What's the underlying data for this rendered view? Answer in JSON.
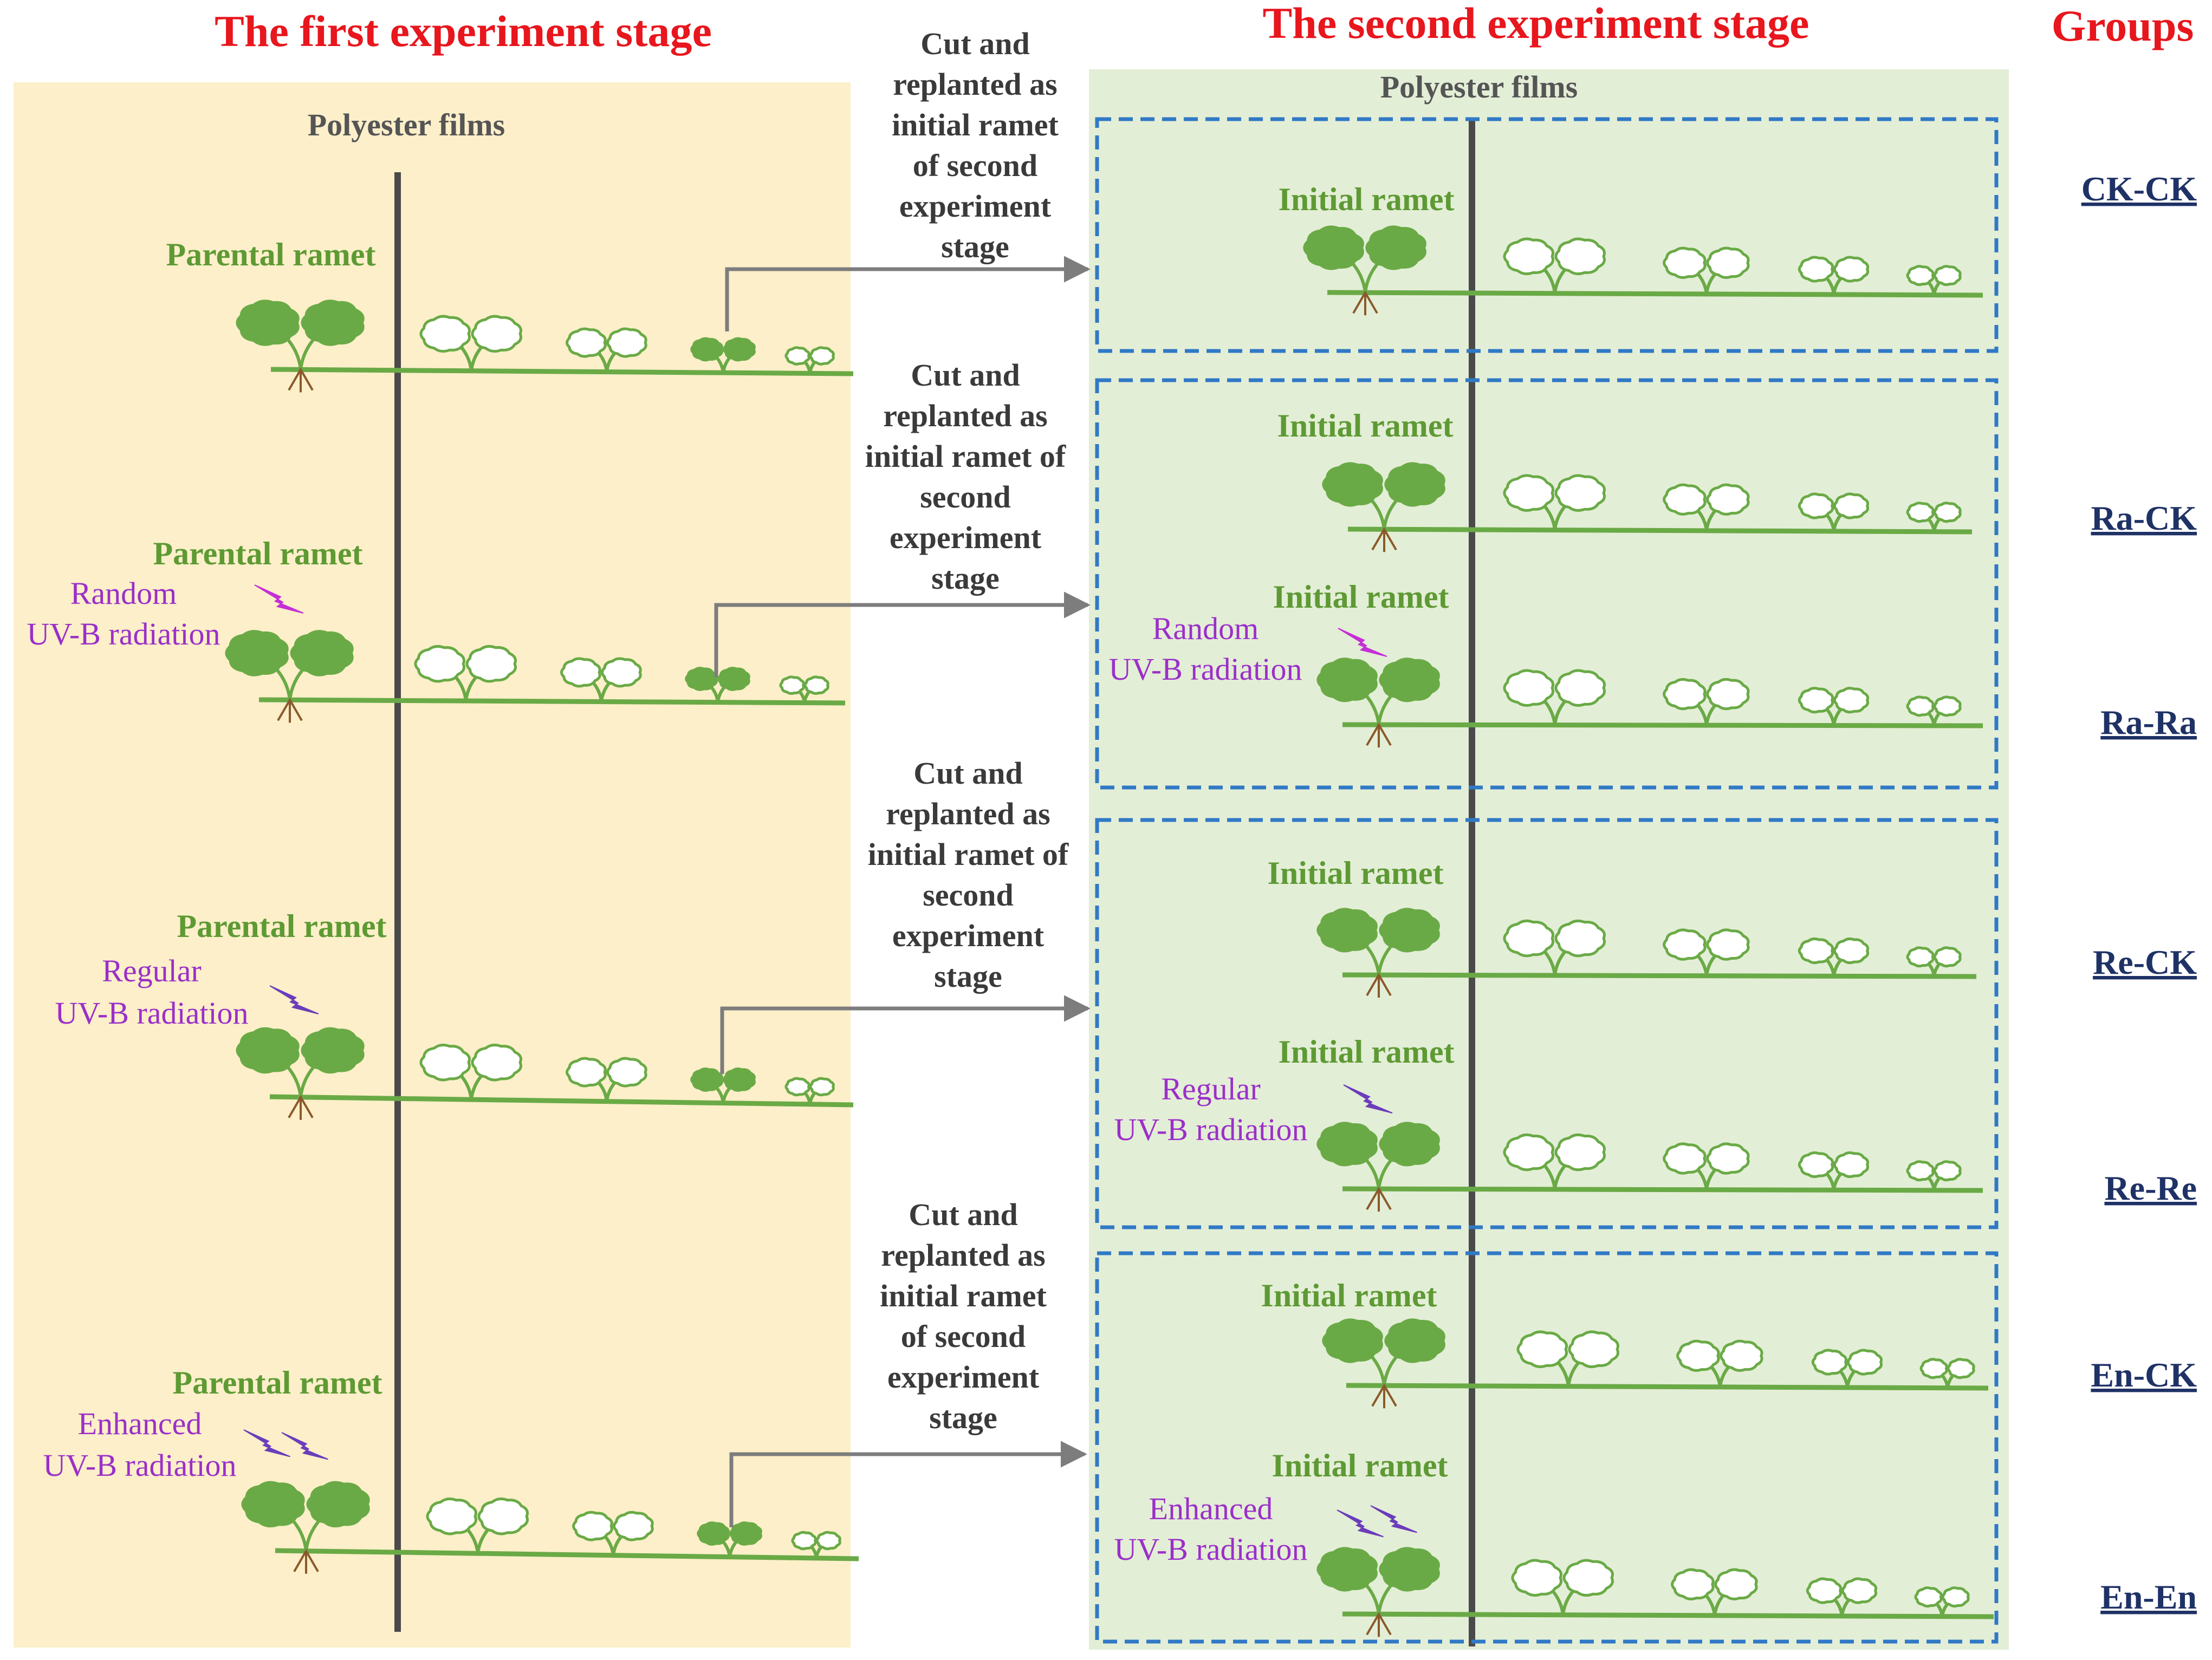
{
  "titles": {
    "first_stage": "The first experiment stage",
    "second_stage": "The second experiment stage",
    "groups": "Groups"
  },
  "labels": {
    "polyester_films": "Polyester films",
    "parental_ramet": "Parental ramet",
    "initial_ramet": "Initial ramet"
  },
  "treatments": {
    "random": [
      "Random",
      "UV-B radiation"
    ],
    "regular": [
      "Regular",
      "UV-B radiation"
    ],
    "enhanced": [
      "Enhanced",
      "UV-B radiation"
    ]
  },
  "cut_notes": [
    [
      "Cut and",
      "replanted as",
      "initial ramet",
      "of second",
      "experiment",
      "stage"
    ],
    [
      "Cut and",
      "replanted as",
      "initial ramet of",
      "second",
      "experiment",
      "stage"
    ],
    [
      "Cut and",
      "replanted as",
      "initial ramet of",
      "second",
      "experiment",
      "stage"
    ],
    [
      "Cut and",
      "replanted as",
      "initial ramet",
      "of second",
      "experiment",
      "stage"
    ]
  ],
  "groups": [
    "CK-CK",
    "Ra-CK",
    "Ra-Ra",
    "Re-CK",
    "Re-Re",
    "En-CK",
    "En-En"
  ],
  "colors": {
    "title": "#e8161d",
    "first_stage_bg": "#fcefc9",
    "second_stage_bg": "#e3eed6",
    "plant_green": "#6aaa46",
    "label_green": "#5e9a34",
    "uv_purple": "#9b2fc9",
    "group_navy": "#1f3266",
    "dashed_blue": "#3079c6",
    "arrow_gray": "#7d7d7d",
    "film_gray": "#4a4a4a"
  }
}
